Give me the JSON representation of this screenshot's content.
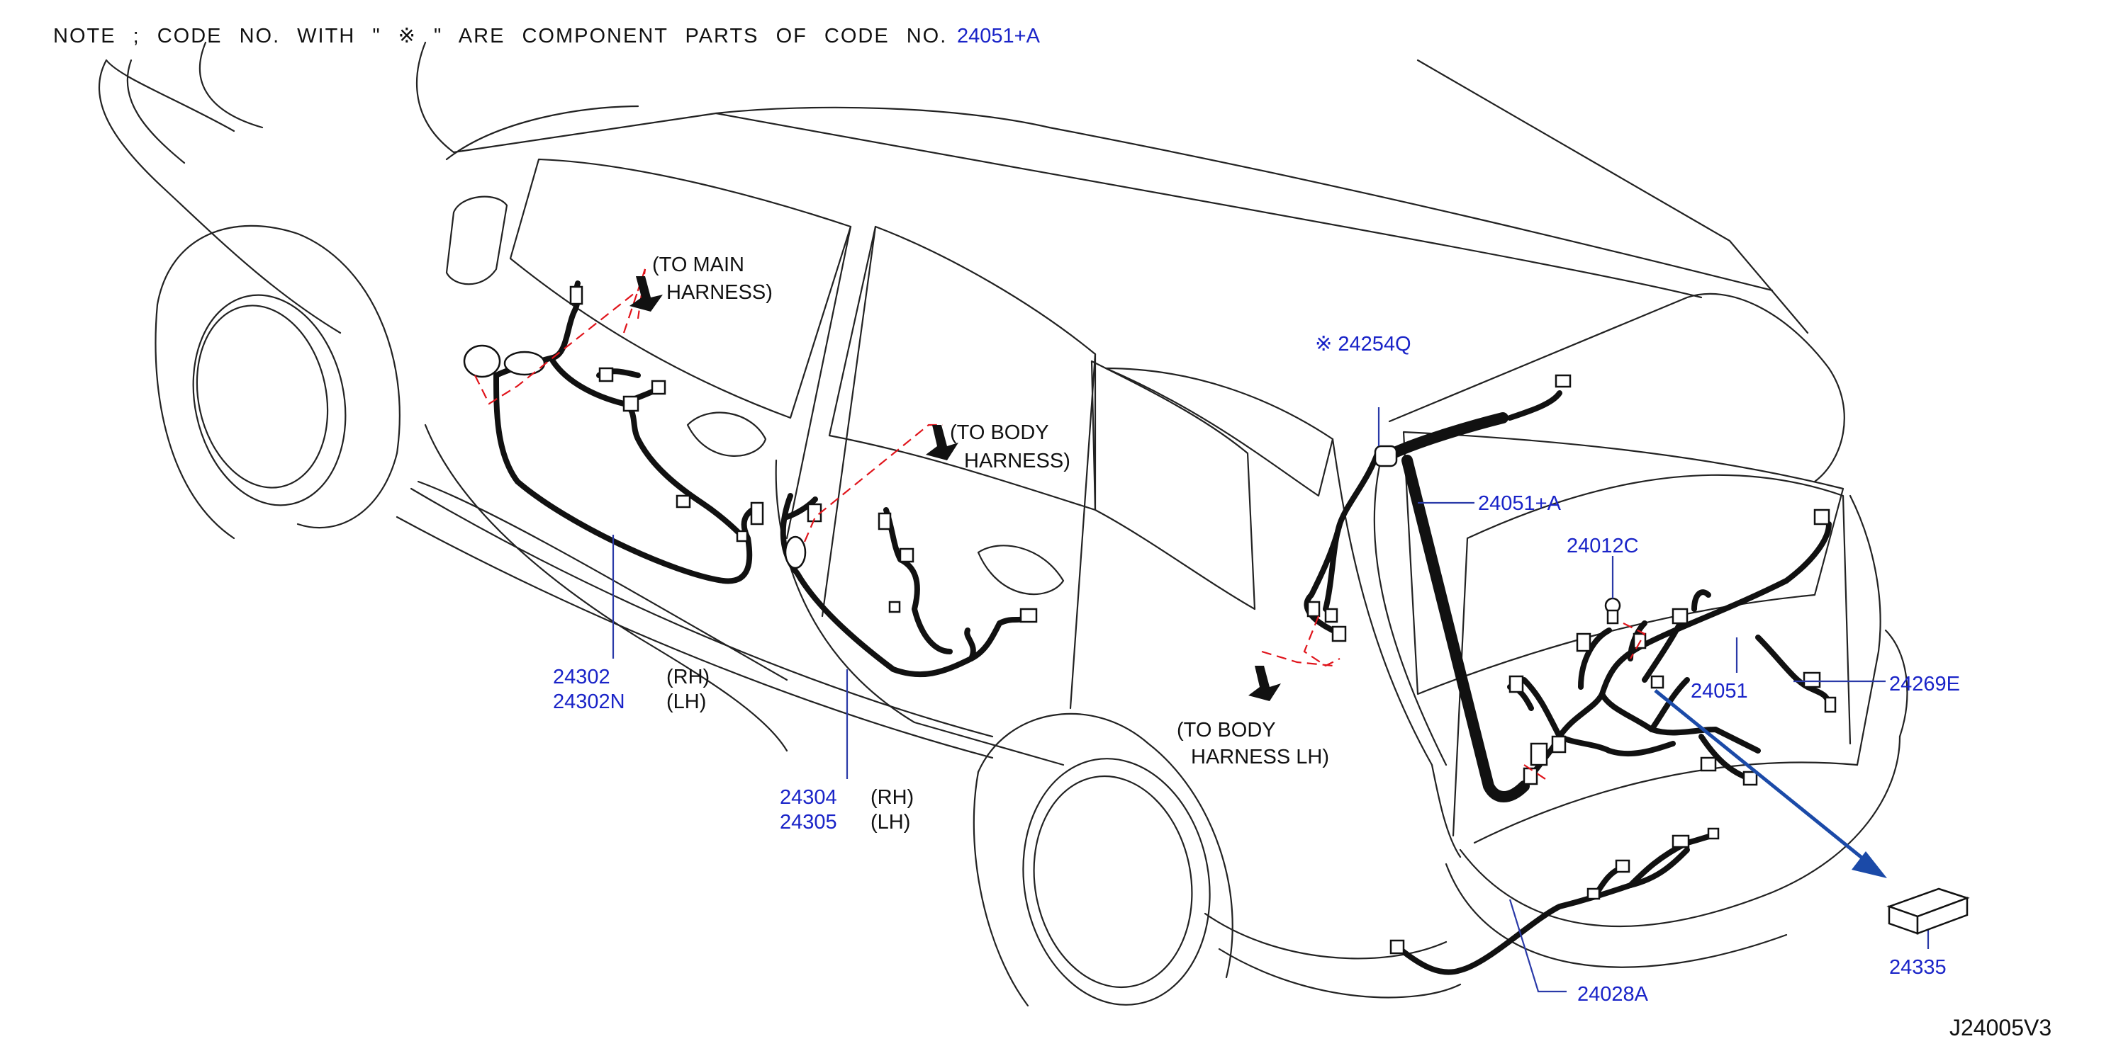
{
  "note": {
    "text": "NOTE ; CODE NO. WITH \" ※ \" ARE COMPONENT PARTS OF CODE NO.",
    "code": "24051+A"
  },
  "callouts": {
    "to_main_harness_1": "(TO MAIN",
    "to_main_harness_2": "HARNESS)",
    "to_body_harness_1": "(TO BODY",
    "to_body_harness_2": "HARNESS)",
    "to_body_harness_lh_1": "(TO BODY",
    "to_body_harness_lh_2": "HARNESS LH)"
  },
  "parts": {
    "p24302": "24302",
    "p24302_side": "(RH)",
    "p24302n": "24302N",
    "p24302n_side": "(LH)",
    "p24304": "24304",
    "p24304_side": "(RH)",
    "p24305": "24305",
    "p24305_side": "(LH)",
    "p24254q": "※ 24254Q",
    "p24051a": "24051+A",
    "p24012c": "24012C",
    "p24051": "24051",
    "p24269e": "24269E",
    "p24335": "24335",
    "p24028a": "24028A"
  },
  "diagram_id": "J24005V3",
  "colors": {
    "reference_text": "#1a24c8",
    "leader_line": "#2a3aa8",
    "dashed_routing": "#e0141b",
    "harness": "#111111",
    "body_outline": "#222222"
  }
}
